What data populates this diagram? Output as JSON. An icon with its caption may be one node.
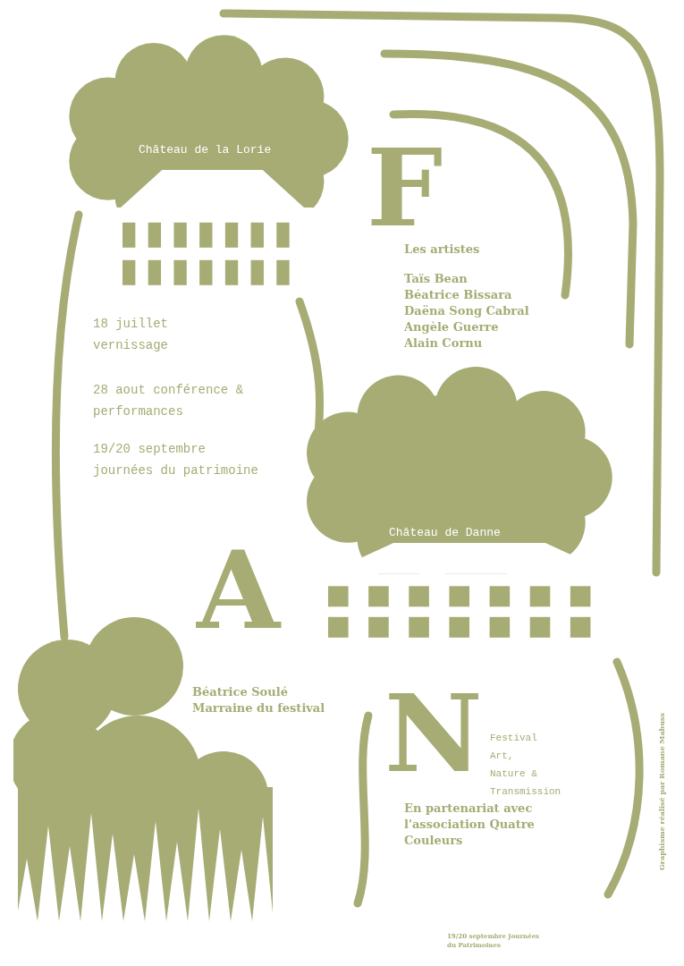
{
  "diagram": {
    "nodes": [
      {
        "text": [
          "Château de la Lorie"
        ]
      },
      {
        "text": [
          "Château de Danne"
        ]
      },
      {
        "text": [],
        "shape": "picture"
      }
    ],
    "edges": [
      {
        "from": 0,
        "to": 1,
        "arrow": "none"
      },
      {
        "from": 0,
        "to": 2,
        "arrow": "none"
      }
    ],
    "labels": [
      "F",
      "Les artistes",
      "Taïs Bean",
      "Béatrice Bissara",
      "Daëna Song Cabral",
      "Angèle Guerre",
      "Alain Cornu",
      "18 juillet vernissage",
      "28 aout conférence & performances",
      "19/20 septembre journées du patrimoine",
      "A",
      "Béatrice Soulé Marraine du festival",
      "N",
      "Festival Art, Nature & Transmission",
      "En partenariat avec l'association Quatre Couleurs",
      "Graphisme réalisé par Romane Mabuss",
      "19/20 septembre Journées du Patrimoines"
    ]
  }
}
